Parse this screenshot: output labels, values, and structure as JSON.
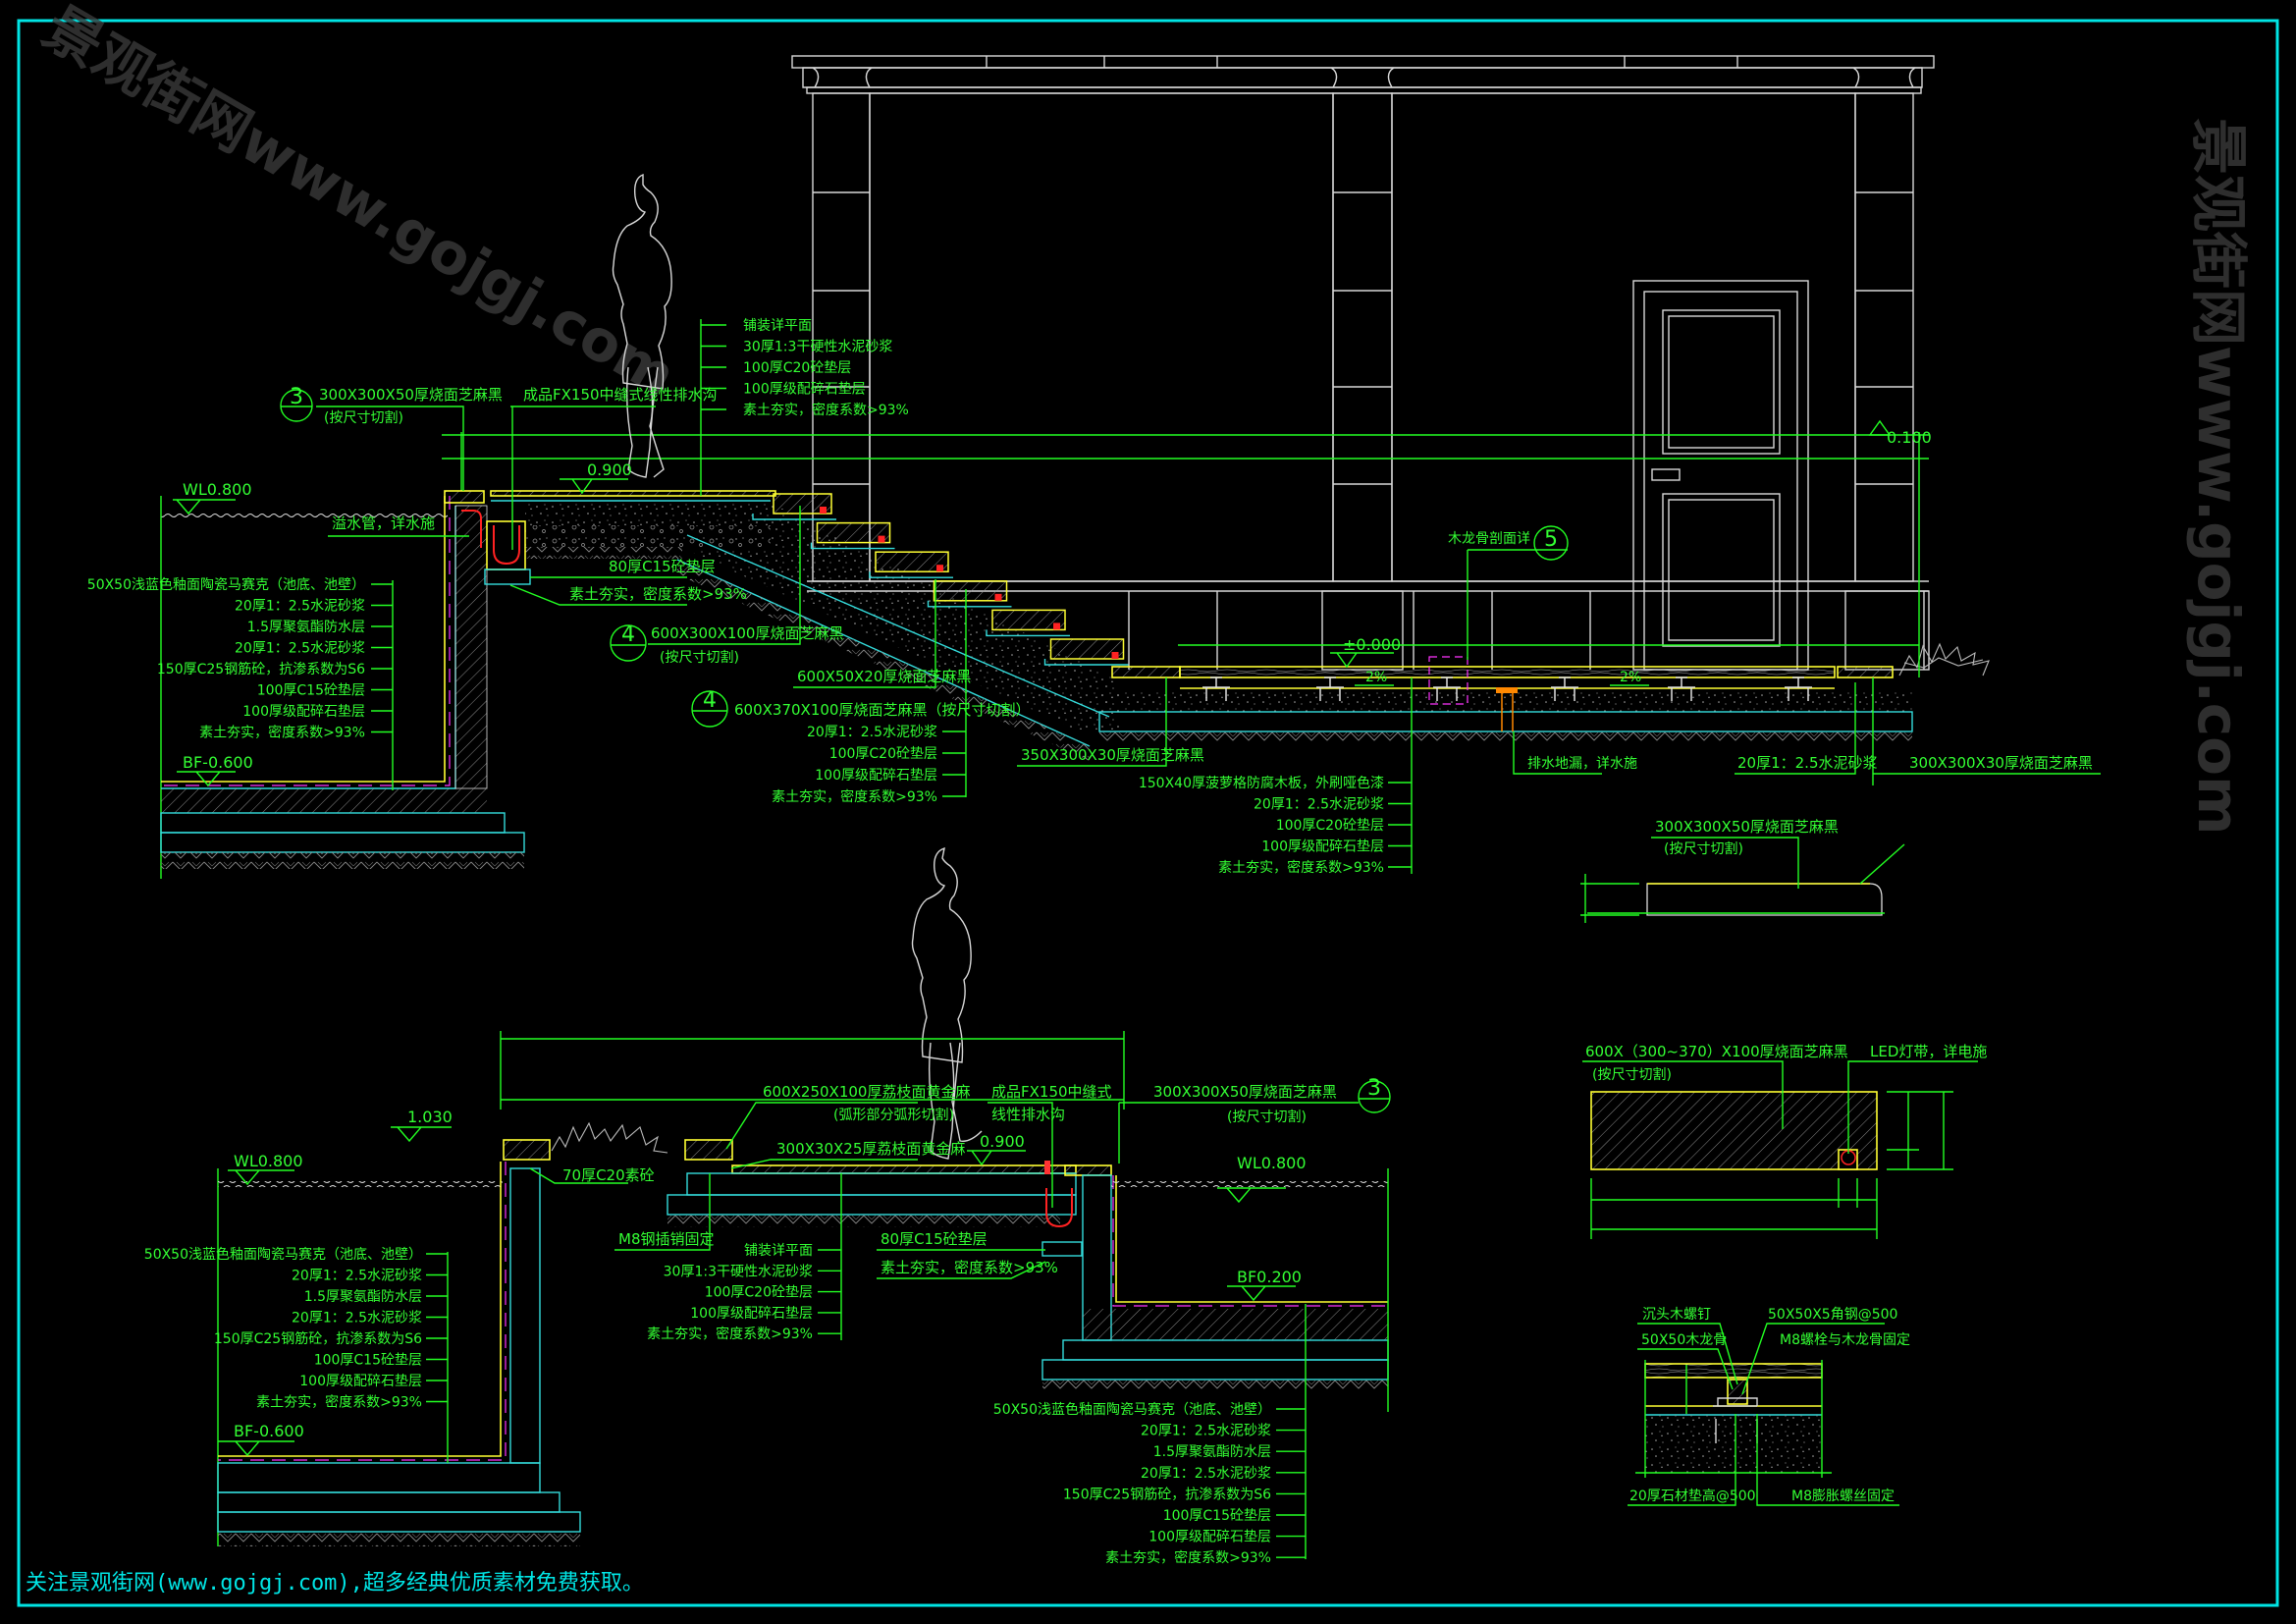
{
  "drawing": {
    "frame_color": "#00e5e5",
    "label_color": "#33ff33",
    "footer": "关注景观街网(www.gojgj.com),超多经典优质素材免费获取。",
    "watermark": "景观街网www.gojgj.com"
  },
  "upper_section": {
    "callout_3": {
      "num": "3",
      "line1": "300X300X50厚烧面芝麻黑",
      "line2": "(按尺寸切割)"
    },
    "drain_label": "成品FX150中缝式线性排水沟",
    "level_platform": "0.900",
    "level_water": "WL0.800",
    "overflow_label": "溢水管，详水施",
    "c15_label": "80厚C15砼垫层",
    "soil_label": "素土夯实，密度系数>93%",
    "level_pool_bottom": "BF-0.600",
    "pool_layers": [
      "50X50浅蓝色釉面陶瓷马赛克（池底、池壁）",
      "20厚1：2.5水泥砂浆",
      "1.5厚聚氨酯防水层",
      "20厚1：2.5水泥砂浆",
      "150厚C25钢筋砼，抗渗系数为S6",
      "100厚C15砼垫层",
      "100厚级配碎石垫层",
      "素土夯实，密度系数>93%"
    ],
    "paving_layers": [
      "铺装详平面",
      "30厚1:3干硬性水泥砂浆",
      "100厚C20砼垫层",
      "100厚级配碎石垫层",
      "素土夯实，密度系数>93%"
    ],
    "callout_4a": {
      "num": "4",
      "line1": "600X300X100厚烧面芝麻黑",
      "line2": "(按尺寸切割)"
    },
    "riser_label": "600X50X20厚烧面芝麻黑",
    "callout_4b": {
      "num": "4",
      "line1": "600X370X100厚烧面芝麻黑（按尺寸切割）"
    },
    "step_layers": [
      "20厚1：2.5水泥砂浆",
      "100厚C20砼垫层",
      "100厚级配碎石垫层",
      "素土夯实，密度系数>93%"
    ],
    "edge_stone_label": "350X300X30厚烧面芝麻黑",
    "deck_layers": [
      "150X40厚菠萝格防腐木板，外刷哑色漆",
      "20厚1：2.5水泥砂浆",
      "100厚C20砼垫层",
      "100厚级配碎石垫层",
      "素土夯实，密度系数>93%"
    ],
    "floor_drain_label": "排水地漏，详水施",
    "mortar_label": "20厚1：2.5水泥砂浆",
    "right_stone_label": "300X300X30厚烧面芝麻黑",
    "callout_5": {
      "num": "5",
      "label": "木龙骨剖面详"
    },
    "level_zero": "±0.000",
    "slope_1": "2%",
    "slope_2": "2%",
    "level_building": "0.100"
  },
  "lower_section": {
    "level_planter": "1.030",
    "level_water_left": "WL0.800",
    "planter_concrete": "70厚C20素砼",
    "coping": {
      "line1": "600X250X100厚荔枝面黄金麻",
      "line2": "(弧形部分弧形切割)"
    },
    "drain": {
      "line1": "成品FX150中缝式",
      "line2": "线性排水沟"
    },
    "edge_paving": "300X30X25厚荔枝面黄金麻",
    "level_platform": "0.900",
    "pin_label": "M8钢插销固定",
    "paving_layers": [
      "铺装详平面",
      "30厚1:3干硬性水泥砂浆",
      "100厚C20砼垫层",
      "100厚级配碎石垫层",
      "素土夯实，密度系数>93%"
    ],
    "c15_label": "80厚C15砼垫层",
    "soil_label": "素土夯实，密度系数>93%",
    "pool_layers_left": [
      "50X50浅蓝色釉面陶瓷马赛克（池底、池壁）",
      "20厚1：2.5水泥砂浆",
      "1.5厚聚氨酯防水层",
      "20厚1：2.5水泥砂浆",
      "150厚C25钢筋砼，抗渗系数为S6",
      "100厚C15砼垫层",
      "100厚级配碎石垫层",
      "素土夯实，密度系数>93%"
    ],
    "level_pool_bottom_left": "BF-0.600",
    "callout_3": {
      "num": "3",
      "line1": "300X300X50厚烧面芝麻黑",
      "line2": "(按尺寸切割)"
    },
    "level_water_right": "WL0.800",
    "level_pool_bottom_right": "BF0.200",
    "pool_layers_right": [
      "50X50浅蓝色釉面陶瓷马赛克（池底、池壁）",
      "20厚1：2.5水泥砂浆",
      "1.5厚聚氨酯防水层",
      "20厚1：2.5水泥砂浆",
      "150厚C25钢筋砼，抗渗系数为S6",
      "100厚C15砼垫层",
      "100厚级配碎石垫层",
      "素土夯实，密度系数>93%"
    ]
  },
  "details": {
    "coping_detail": {
      "line1": "300X300X50厚烧面芝麻黑",
      "line2": "(按尺寸切割)"
    },
    "step_detail": {
      "line1": "600X（300~370）X100厚烧面芝麻黑",
      "line2": "(按尺寸切割)",
      "led": "LED灯带，详电施"
    },
    "joist_detail": {
      "screw": "沉头木螺钉",
      "joist": "50X50木龙骨",
      "angle": "50X50X5角钢@500",
      "bolt": "M8螺栓与木龙骨固定",
      "shim": "20厚石材垫高@500",
      "anchor": "M8膨胀螺丝固定"
    }
  }
}
